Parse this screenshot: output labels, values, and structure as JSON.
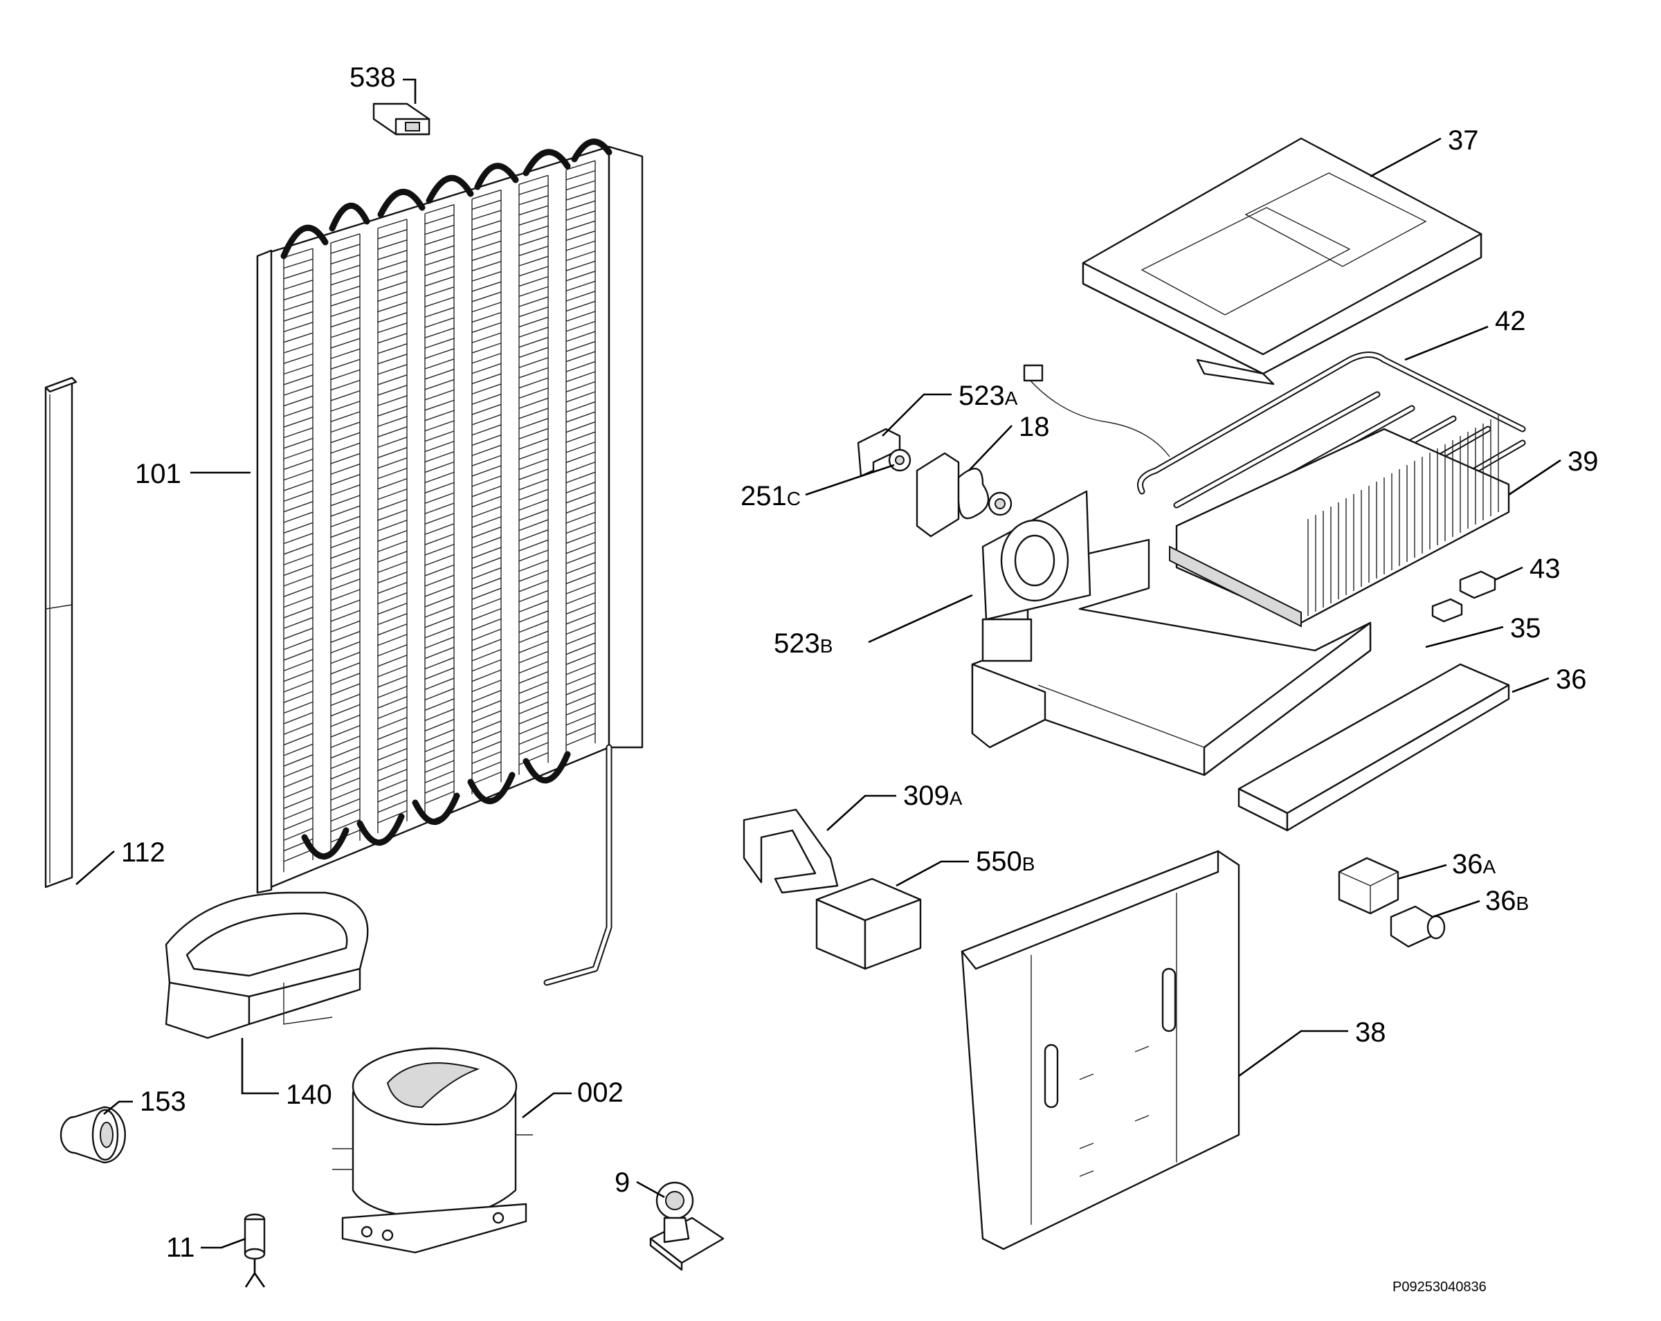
{
  "diagram": {
    "document_code": "P09253040836",
    "callouts": [
      {
        "id": "538",
        "main": "538",
        "sub": ""
      },
      {
        "id": "37",
        "main": "37",
        "sub": ""
      },
      {
        "id": "42",
        "main": "42",
        "sub": ""
      },
      {
        "id": "523A",
        "main": "523",
        "sub": "A"
      },
      {
        "id": "18",
        "main": "18",
        "sub": ""
      },
      {
        "id": "101",
        "main": "101",
        "sub": ""
      },
      {
        "id": "251C",
        "main": "251",
        "sub": "C"
      },
      {
        "id": "39",
        "main": "39",
        "sub": ""
      },
      {
        "id": "43",
        "main": "43",
        "sub": ""
      },
      {
        "id": "35",
        "main": "35",
        "sub": ""
      },
      {
        "id": "523B",
        "main": "523",
        "sub": "B"
      },
      {
        "id": "36",
        "main": "36",
        "sub": ""
      },
      {
        "id": "309A",
        "main": "309",
        "sub": "A"
      },
      {
        "id": "112",
        "main": "112",
        "sub": ""
      },
      {
        "id": "550B",
        "main": "550",
        "sub": "B"
      },
      {
        "id": "36A",
        "main": "36",
        "sub": "A"
      },
      {
        "id": "36B",
        "main": "36",
        "sub": "B"
      },
      {
        "id": "38",
        "main": "38",
        "sub": ""
      },
      {
        "id": "140",
        "main": "140",
        "sub": ""
      },
      {
        "id": "153",
        "main": "153",
        "sub": ""
      },
      {
        "id": "002",
        "main": "002",
        "sub": ""
      },
      {
        "id": "9",
        "main": "9",
        "sub": ""
      },
      {
        "id": "11",
        "main": "11",
        "sub": ""
      }
    ]
  }
}
